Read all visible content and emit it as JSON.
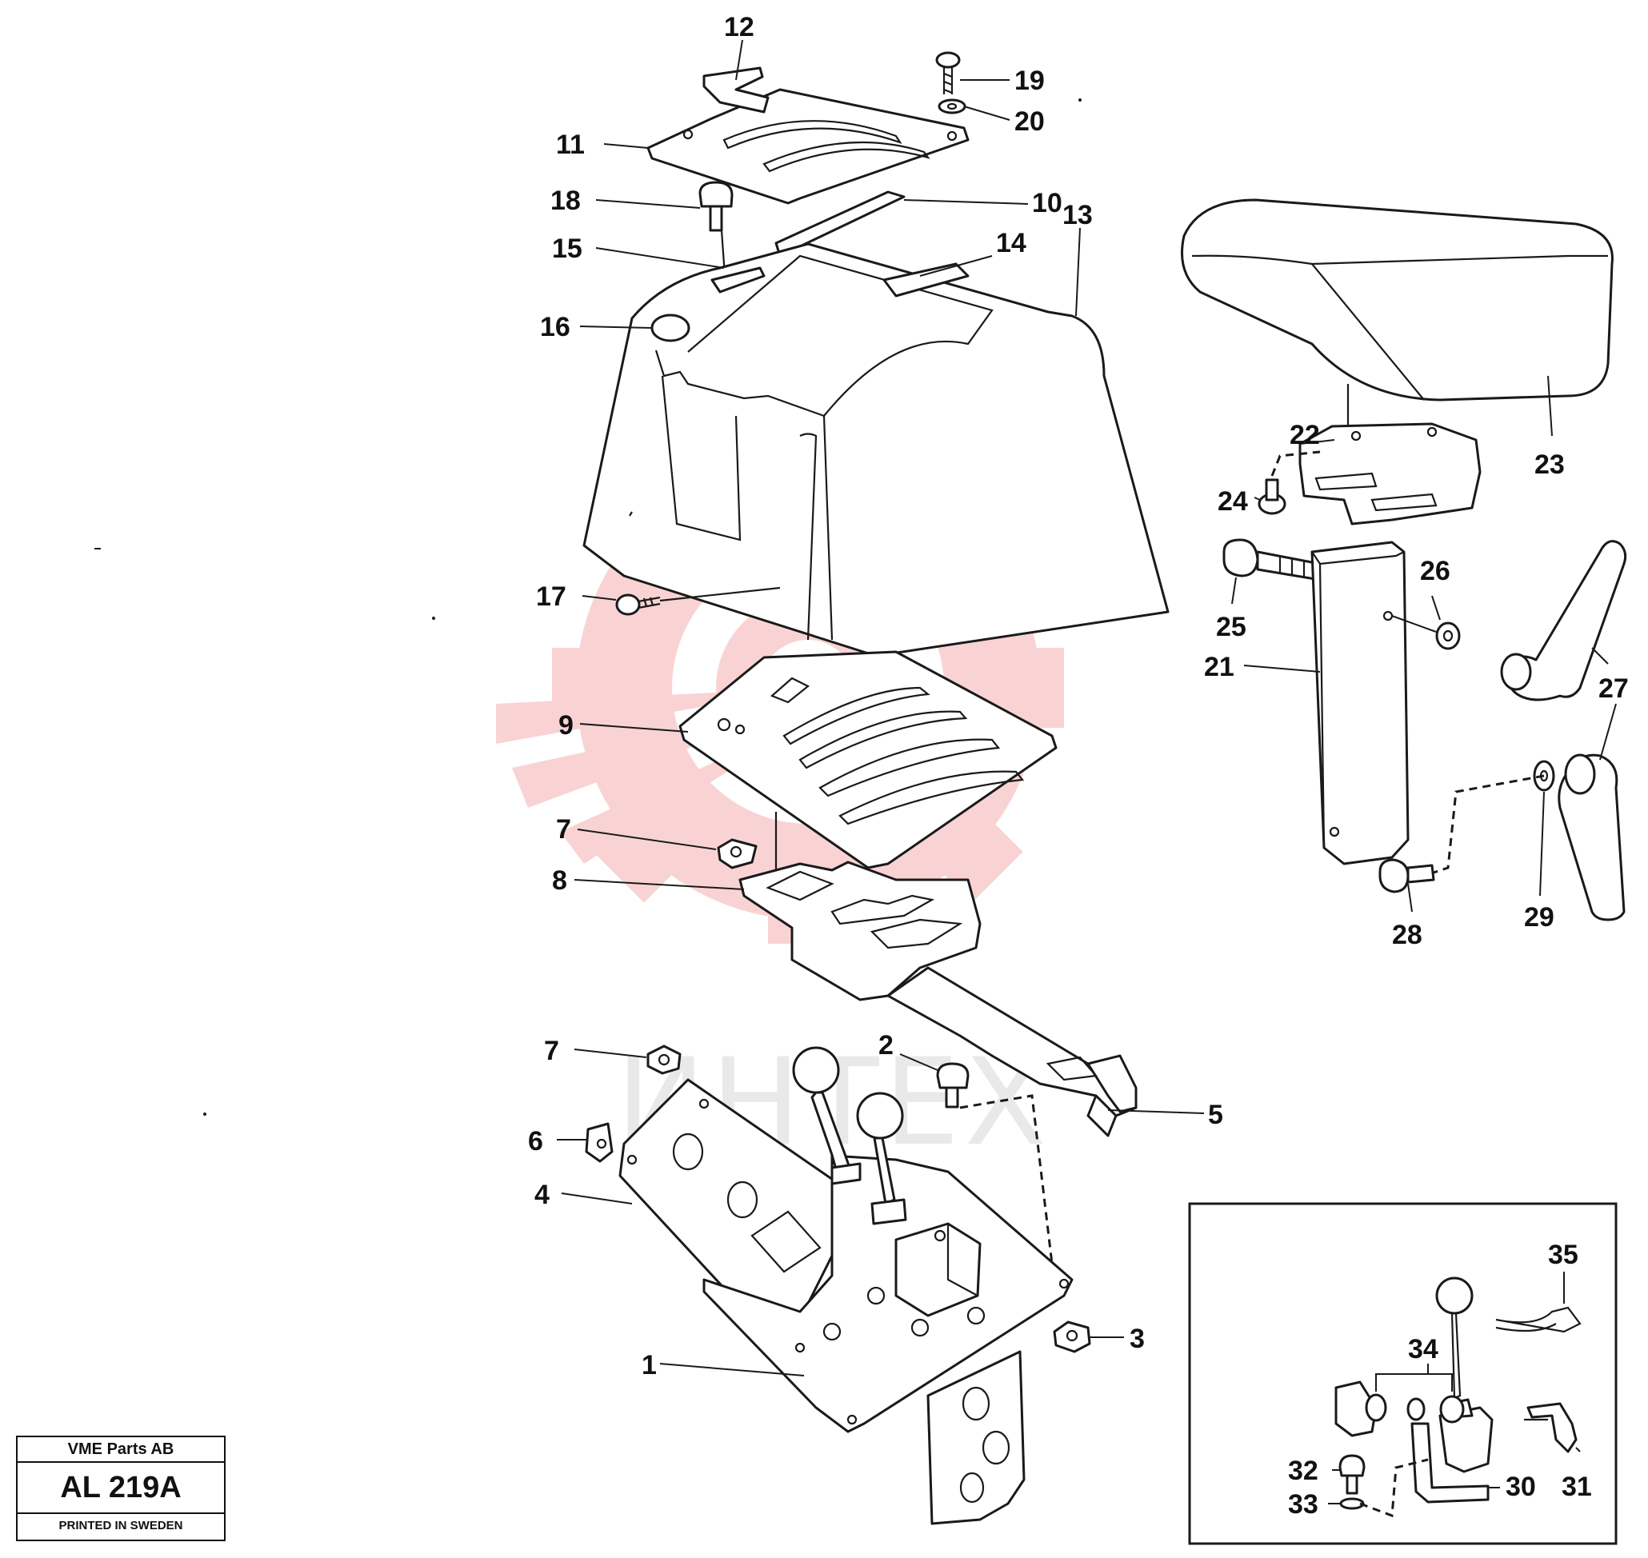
{
  "title_block": {
    "company": "VME Parts AB",
    "drawing_number": "AL 219A",
    "printed": "PRINTED IN SWEDEN"
  },
  "watermark": {
    "text": "ИНТЕХ",
    "color": "#f4b4b4"
  },
  "callouts": {
    "c1": "1",
    "c2": "2",
    "c3": "3",
    "c4": "4",
    "c5": "5",
    "c6": "6",
    "c7a": "7",
    "c7b": "7",
    "c8": "8",
    "c9": "9",
    "c10": "10",
    "c11": "11",
    "c12": "12",
    "c13": "13",
    "c14": "14",
    "c15": "15",
    "c16": "16",
    "c17": "17",
    "c18": "18",
    "c19": "19",
    "c20": "20",
    "c21": "21",
    "c22": "22",
    "c23": "23",
    "c24": "24",
    "c25": "25",
    "c26": "26",
    "c27": "27",
    "c28": "28",
    "c29": "29",
    "c30": "30",
    "c31": "31",
    "c32": "32",
    "c33": "33",
    "c34": "34",
    "c35": "35"
  }
}
